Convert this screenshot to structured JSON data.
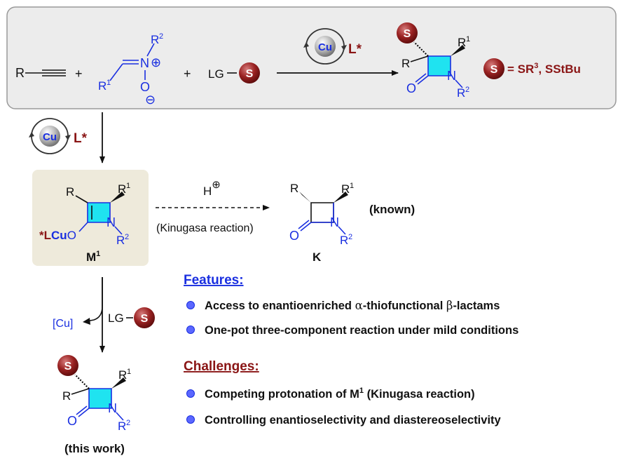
{
  "top_scheme": {
    "r_label": "R",
    "plus": "+",
    "nitrone": {
      "r1": "R",
      "r1_sup": "1",
      "n": "N",
      "r2": "R",
      "r2_sup": "2",
      "o": "O",
      "plus_charge": "⊕",
      "minus_charge": "⊖"
    },
    "lg_label": "LG",
    "s_label": "S",
    "catalyst": "Cu",
    "ligand": "L*",
    "product": {
      "r": "R",
      "r1": "R",
      "r1_sup": "1",
      "r2": "R",
      "r2_sup": "2",
      "o": "O",
      "n": "N"
    },
    "definition_s": "S",
    "definition_eq": "= SR",
    "definition_sup": "3",
    "definition_tail": ", SStBu"
  },
  "side_catalyst": {
    "cu": "Cu",
    "ligand": "L*"
  },
  "intermediate": {
    "r": "R",
    "r1": "R",
    "r1_sup": "1",
    "r2": "R",
    "r2_sup": "2",
    "n": "N",
    "o": "O",
    "lcu_star": "*",
    "lcu_l": "L",
    "lcu_cu": "Cu",
    "label": "M",
    "label_sup": "1"
  },
  "kinugasa": {
    "h": "H",
    "h_charge": "⊕",
    "caption": "(Kinugasa reaction)",
    "product_r": "R",
    "product_r1": "R",
    "product_r1_sup": "1",
    "product_r2": "R",
    "product_r2_sup": "2",
    "product_o": "O",
    "product_n": "N",
    "label": "K",
    "known": "(known)"
  },
  "bottom_step": {
    "cu_removed": "[Cu]",
    "lg": "LG",
    "s": "S"
  },
  "final_product": {
    "s": "S",
    "r": "R",
    "r1": "R",
    "r1_sup": "1",
    "r2": "R",
    "r2_sup": "2",
    "o": "O",
    "n": "N",
    "label": "(this work)"
  },
  "features": {
    "heading": "Features:",
    "heading_color": "#1a2fe0",
    "items": [
      {
        "pre": "Access to enantioenriched ",
        "greek1": "α",
        "mid": "-thiofunctional ",
        "greek2": "β",
        "post": "-lactams"
      },
      {
        "text": "One-pot three-component reaction under mild conditions"
      }
    ]
  },
  "challenges": {
    "heading": "Challenges:",
    "heading_color": "#8a1515",
    "items": [
      {
        "pre": "Competing protonation of M",
        "sup": "1",
        "post": " (Kinugasa reaction)"
      },
      {
        "text": "Controlling enantioselectivity and diastereoselectivity"
      }
    ]
  },
  "colors": {
    "box_fill": "#ececec",
    "box_stroke": "#9a9a9a",
    "m1_fill": "#eeeadb",
    "ring_fill": "#1fe3f0",
    "accent_blue": "#1a2fe0",
    "accent_red": "#8a1515"
  }
}
